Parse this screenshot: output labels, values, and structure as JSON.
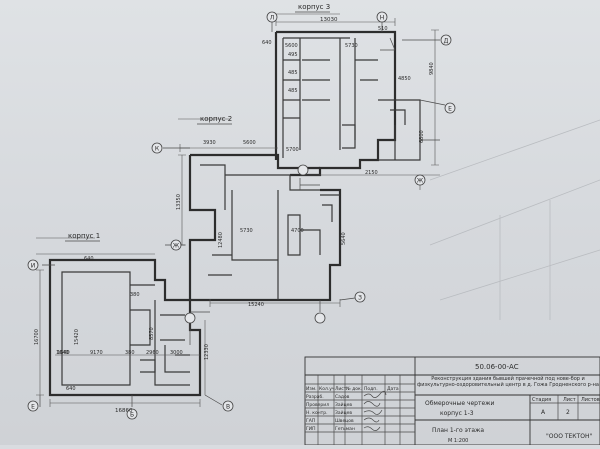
{
  "drawing": {
    "section_labels": [
      "корпус 1",
      "корпус 2",
      "корпус 3"
    ],
    "axis_markers": [
      "И",
      "Е",
      "Б",
      "В",
      "Ж",
      "К",
      "Л",
      "Н",
      "Д",
      "Е",
      "Ж",
      "З"
    ],
    "dimensions": [
      "13030",
      "5600",
      "5730",
      "4850",
      "9840",
      "6800",
      "2150",
      "5600",
      "3930",
      "5700",
      "13350",
      "5730",
      "4700",
      "5640",
      "12480",
      "15240",
      "16700",
      "15420",
      "8570",
      "9170",
      "1640",
      "380",
      "640",
      "16860",
      "12330",
      "2960",
      "3000",
      "1640",
      "380",
      "640",
      "640",
      "510",
      "485",
      "485",
      "495"
    ]
  },
  "title_block": {
    "doc_code": "50.06-00-АС",
    "description": "Реконструкция здания бывшей прачечной под нове-бор и физкультурно-оздоровительный центр в д. Гожа Гродненского р-на",
    "stage_header": "Стадия",
    "sheet_header": "Лист",
    "sheets_header": "Листов",
    "stage_value": "А",
    "sheet_value": "2",
    "content_title": "Обмерочные чертежи",
    "subtitle": "корпус 1-3",
    "plan_title": "План 1-го этажа",
    "scale": "М 1:200",
    "company": "\"ООО ТЕКТОН\"",
    "col_headers": [
      "Изм.",
      "Кол.уч",
      "Лист",
      "№ док.",
      "Подп.",
      "Дата"
    ],
    "roles": [
      {
        "role": "Разраб.",
        "name": "Садов"
      },
      {
        "role": "Проверил",
        "name": "Зайцев"
      },
      {
        "role": "Н. контр.",
        "name": "Зайцев"
      },
      {
        "role": "ГАП",
        "name": "Швецов"
      },
      {
        "role": "ГИП",
        "name": "Гетьман"
      }
    ]
  }
}
